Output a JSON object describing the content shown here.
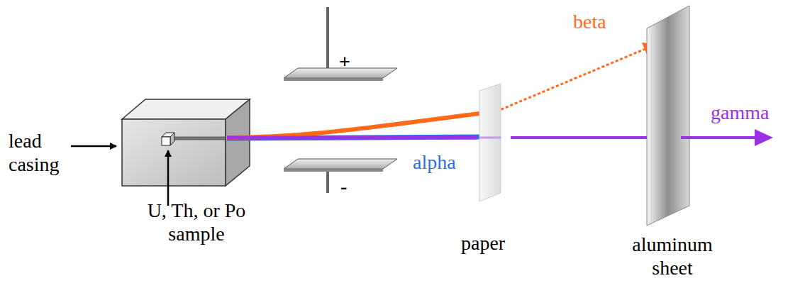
{
  "diagram": {
    "labels": [
      "lead casing",
      "U, Th, or Po sample",
      "+",
      "-",
      "beta",
      "gamma",
      "alpha",
      "paper",
      "aluminum sheet"
    ]
  }
}
